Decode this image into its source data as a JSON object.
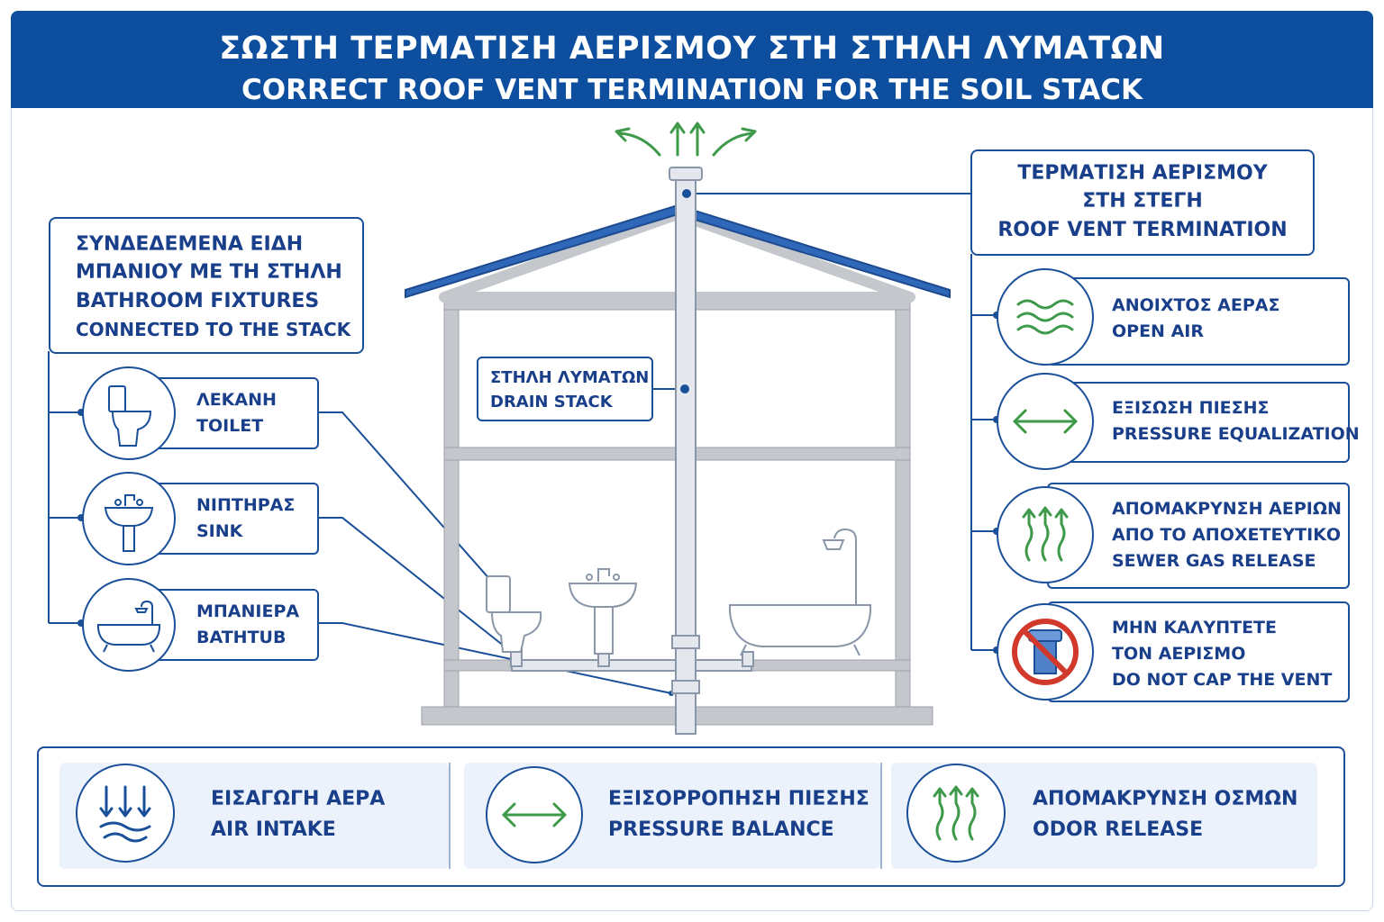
{
  "header": {
    "title_gr": "ΣΩΣΤΗ ΤΕΡΜΑΤΙΣΗ ΑΕΡΙΣΜΟΥ ΣΤΗ ΣΤΗΛΗ ΛΥΜΑΤΩΝ",
    "title_en": "CORRECT ROOF VENT TERMINATION FOR THE SOIL STACK"
  },
  "left_panel": {
    "title": [
      "ΣΥΝΔΕΔΕΜΕΝΑ ΕΙΔΗ",
      "ΜΠΑΝΙΟΥ ΜΕ ΤΗ ΣΤΗΛΗ",
      "BATHROOM FIXTURES",
      "CONNECTED TO THE STACK"
    ],
    "items": [
      {
        "gr": "ΛΕΚΑΝΗ",
        "en": "TOILET",
        "icon": "toilet-icon"
      },
      {
        "gr": "ΝΙΠΤΗΡΑΣ",
        "en": "SINK",
        "icon": "sink-icon"
      },
      {
        "gr": "ΜΠΑΝΙΕΡΑ",
        "en": "BATHTUB",
        "icon": "bathtub-icon"
      }
    ]
  },
  "stack_label": {
    "gr": "ΣΤΗΛΗ ΛΥΜΑΤΩΝ",
    "en": "DRAIN STACK"
  },
  "right_panel": {
    "title": [
      "ΤΕΡΜΑΤΙΣΗ ΑΕΡΙΣΜΟΥ",
      "ΣΤΗ ΣΤΕΓΗ",
      "ROOF VENT TERMINATION"
    ],
    "items": [
      {
        "lines": [
          "ΑΝΟΙΧΤΟΣ ΑΕΡΑΣ",
          "OPEN AIR"
        ],
        "icon": "wind-waves-icon"
      },
      {
        "lines": [
          "ΕΞΙΣΩΣΗ ΠΙΕΣΗΣ",
          "PRESSURE EQUALIZATION"
        ],
        "icon": "double-arrow-icon"
      },
      {
        "lines": [
          "ΑΠΟΜΑΚΡΥΝΣΗ ΑΕΡΙΩΝ",
          "ΑΠΟ ΤΟ ΑΠΟΧΕΤΕΥΤΙΚΟ",
          "SEWER GAS RELEASE"
        ],
        "icon": "rising-gas-icon"
      },
      {
        "lines": [
          "ΜΗΝ ΚΑΛΥΠΤΕΤΕ",
          "ΤΟΝ ΑΕΡΙΣΜΟ",
          "DO NOT CAP THE VENT"
        ],
        "icon": "no-cap-icon"
      }
    ]
  },
  "bottom": [
    {
      "gr": "ΕΙΣΑΓΩΓΗ ΑΕΡΑ",
      "en": "AIR INTAKE",
      "icon": "air-intake-icon"
    },
    {
      "gr": "ΕΞΙΣΟΡΡΟΠΗΣΗ ΠΙΕΣΗΣ",
      "en": "PRESSURE BALANCE",
      "icon": "pressure-balance-icon"
    },
    {
      "gr": "ΑΠΟΜΑΚΡΥΝΣΗ ΟΣΜΩΝ",
      "en": "ODOR RELEASE",
      "icon": "odor-release-icon"
    }
  ],
  "colors": {
    "primary": "#0d4f9e",
    "text": "#1a3f8a",
    "green": "#3e9a4a",
    "red": "#d0392b",
    "roof": "#2f68b8",
    "wall": "#b9bcc2"
  }
}
